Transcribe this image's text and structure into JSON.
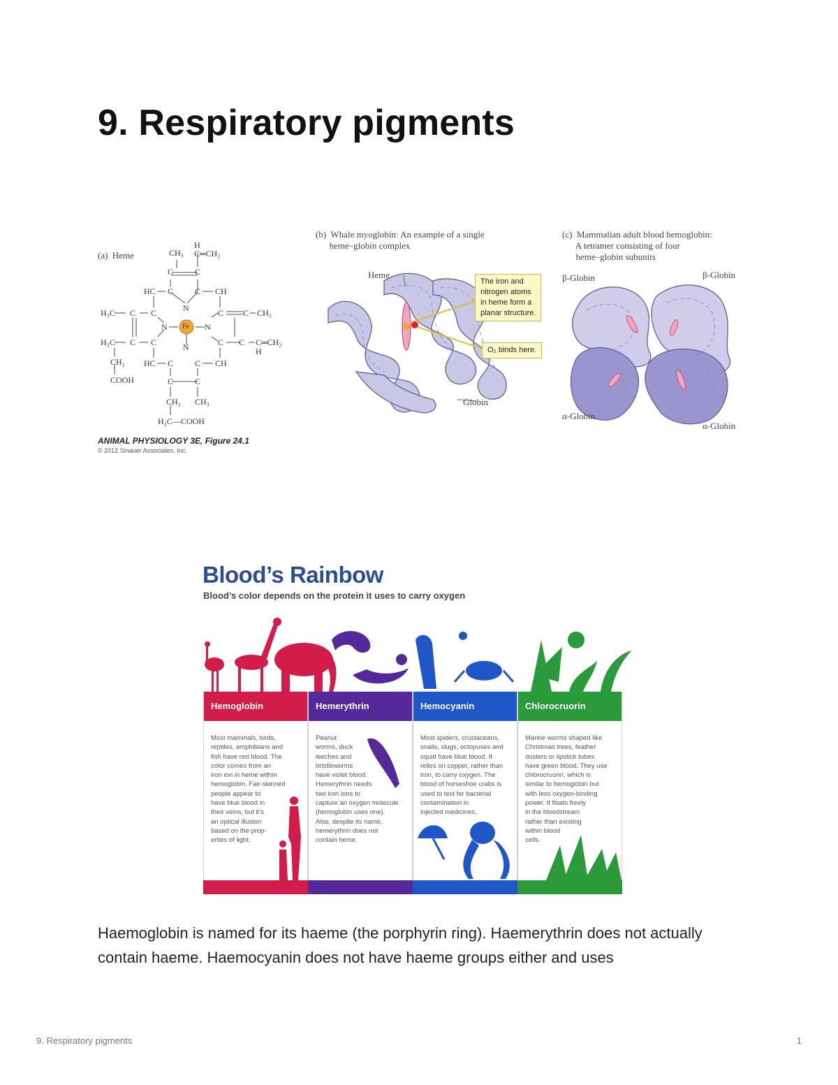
{
  "page": {
    "title": "9. Respiratory pigments",
    "paragraph": "Haemoglobin is named for its haeme (the porphyrin ring). Haemerythrin does not actually contain haeme. Haemocyanin does not have haeme groups either and uses",
    "footer_title": "9. Respiratory pigments",
    "page_number": "1"
  },
  "figure_heme": {
    "panel_a_label": "(a)  Heme",
    "panel_b_label": "(b)  Whale myoglobin: An example of a single\n      heme–globin complex",
    "panel_c_label": "(c)  Mammalian adult blood hemoglobin:\n      A tetramer consisting of four\n      heme–globin subunits",
    "heme_label": "Heme",
    "globin_label": "Globin",
    "callout_iron": "The iron and\nnitrogen atoms\nin heme form a\nplanar structure.",
    "callout_o2": "O₂ binds here.",
    "beta_globin_left": "β-Globin",
    "beta_globin_right": "β-Globin",
    "alpha_globin_left": "α-Globin",
    "alpha_globin_right": "α-Globin",
    "credit_title": "ANIMAL PHYSIOLOGY 3E, Figure 24.1",
    "credit_copyright": "© 2012 Sinauer Associates, Inc.",
    "atoms": {
      "fe": "Fe",
      "n": "N",
      "c": "C",
      "ch3": "CH₃",
      "ch": "CH",
      "hc": "HC",
      "ch2": "CH₂",
      "ch2_vinyl": "C═CH₂",
      "h": "H",
      "h3c": "H₃C",
      "cooh": "COOH",
      "h2c_cooh": "H₂C—COOH"
    }
  },
  "blood_rainbow": {
    "title": "Blood’s Rainbow",
    "subtitle": "Blood’s color depends on the protein it uses to carry oxygen",
    "columns": [
      {
        "name": "Hemoglobin",
        "color": "#d21d4b",
        "text": "Most mammals, birds,\nreptiles, amphibians and\nfish have red blood. The\ncolor comes from an\niron ion in heme within\nhemoglobin. Fair-skinned\npeople appear to\nhave blue blood in\ntheir veins, but it’s\nan optical illusion\nbased on the prop-\nerties of light."
      },
      {
        "name": "Hemerythrin",
        "color": "#55299a",
        "text": "Peanut\nworms, duck\nleeches and\nbristleworms\nhave violet blood.\nHemerythrin needs\ntwo iron ions to\ncapture an oxygen molecule\n(hemoglobin uses one).\nAlso, despite its name,\nhemerythrin does not\ncontain heme."
      },
      {
        "name": "Hemocyanin",
        "color": "#1f57c8",
        "text": "Most spiders, crustaceans,\nsnails, slugs, octopuses and\nsquid have blue blood. It\nrelies on copper, rather than\niron, to carry oxygen. The\nblood of horseshoe crabs is\nused to test for bacterial\ncontamination in\ninjected medicines."
      },
      {
        "name": "Chlorocruorin",
        "color": "#2a9a3a",
        "text": "Marine worms shaped like\nChristmas trees, feather\ndusters or lipstick tubes\nhave green blood. They use\nchlorocruorin, which is\nsimilar to hemoglobin but\nwith less oxygen-binding\npower. It floats freely\nin the bloodstream\nrather than existing\nwithin blood\ncells."
      }
    ]
  }
}
